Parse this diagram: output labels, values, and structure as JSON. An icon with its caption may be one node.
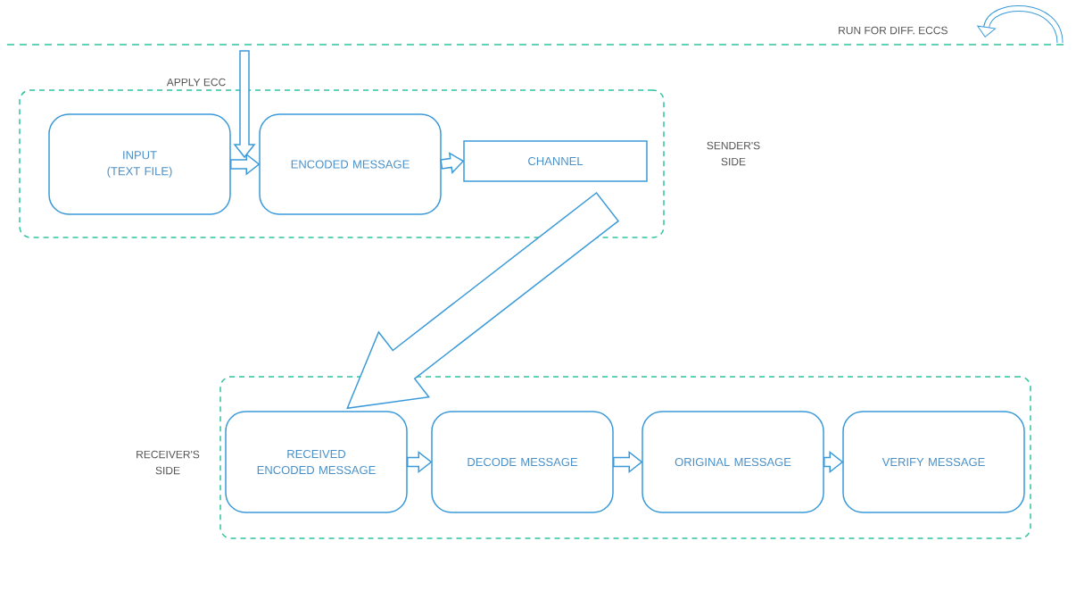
{
  "diagram": {
    "nodes": [
      {
        "text": [],
        "shape": "box",
        "beside": [
          "SENDER'S SIDE"
        ]
      },
      {
        "text": [
          "INPUT (TEXT FILE)"
        ],
        "in": 0
      },
      {
        "text": [
          "ENCODED MESSAGE"
        ],
        "in": 0
      },
      {
        "text": [
          "CHANNEL"
        ],
        "in": 0
      },
      {
        "text": [],
        "shape": "box",
        "beside": [
          "RECEIVER'S SIDE"
        ]
      },
      {
        "text": [
          "RECEIVED ENCODED MESSAGE"
        ],
        "in": 4
      },
      {
        "text": [
          "DECODE MESSAGE"
        ],
        "in": 4
      },
      {
        "text": [
          "ORIGINAL MESSAGE"
        ],
        "in": 4
      },
      {
        "text": [
          "VERIFY MESSAGE"
        ],
        "in": 4
      }
    ],
    "edges": [
      {
        "from": 1,
        "to": 2,
        "arrow": "to"
      },
      {
        "from": 2,
        "to": 3,
        "arrow": "to"
      },
      {
        "from": null,
        "to": 2,
        "arrow": "to",
        "label": "APPLY ECC"
      },
      {
        "from": 3,
        "to": 5,
        "arrow": "to",
        "style": "thick"
      },
      {
        "from": 5,
        "to": 6,
        "arrow": "to"
      },
      {
        "from": 6,
        "to": 7,
        "arrow": "to"
      },
      {
        "from": 7,
        "to": 8,
        "arrow": "to"
      }
    ],
    "labels": [
      "RUN FOR DIFF. ECCS"
    ]
  }
}
